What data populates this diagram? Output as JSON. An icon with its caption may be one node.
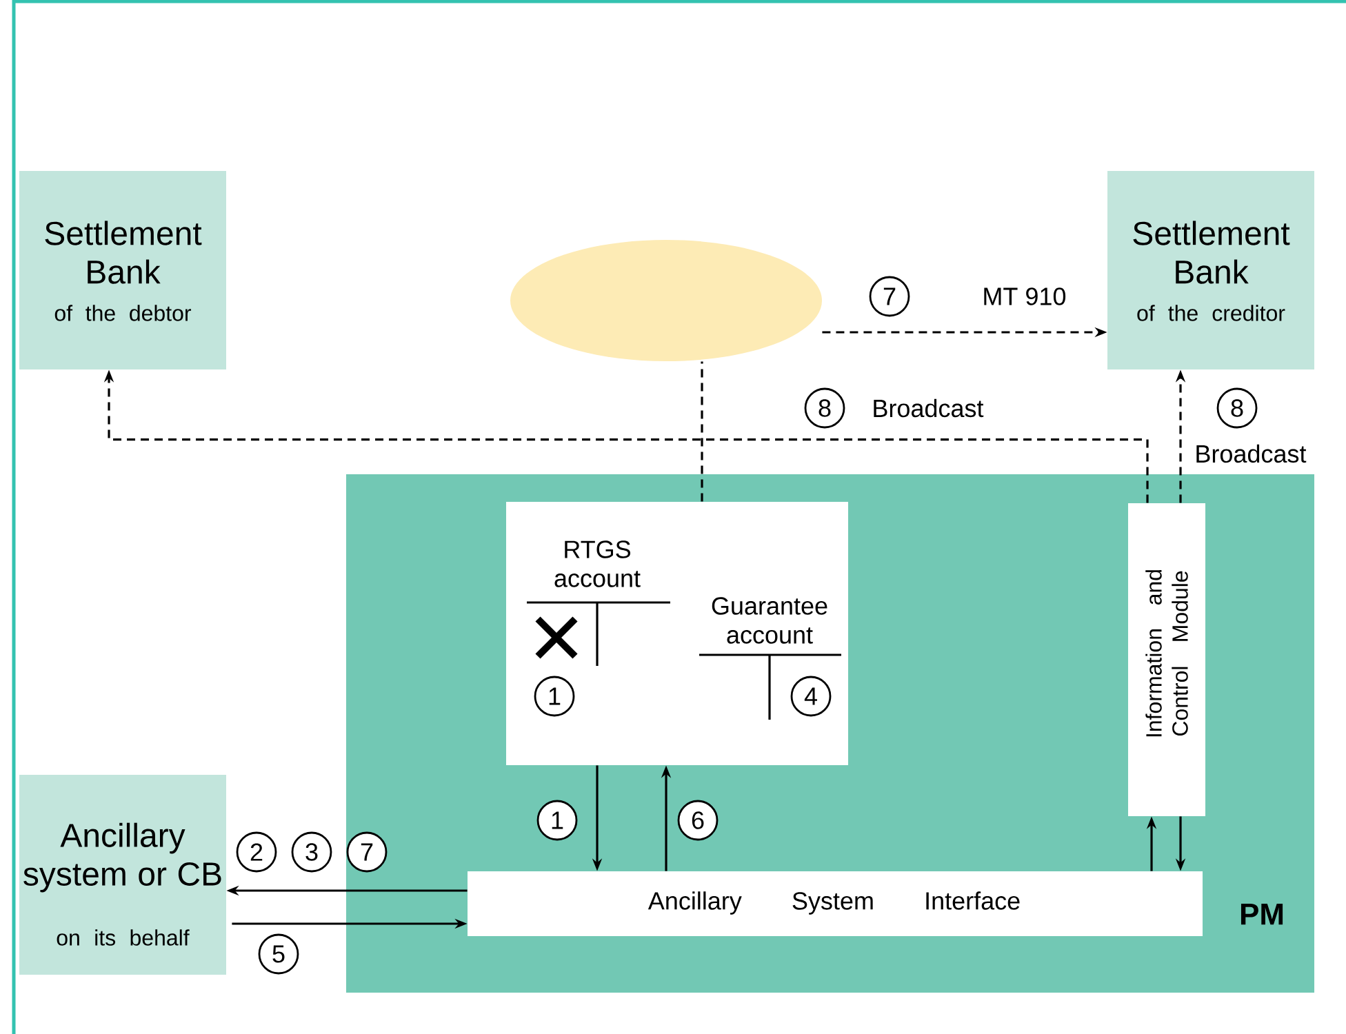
{
  "diagram": {
    "nodes": [
      {
        "text": [
          "Settlement Bank",
          "of the debtor"
        ]
      },
      {
        "text": [],
        "shape": "ellipse"
      },
      {
        "text": [
          "Settlement Bank",
          "of the creditor"
        ]
      },
      {
        "text": [
          "PM"
        ]
      },
      {
        "text": [
          "RTGS account",
          "Guarantee account"
        ],
        "in": 3
      },
      {
        "text": [
          "Information and Control Module"
        ],
        "in": 3
      },
      {
        "text": [
          "Ancillary System Interface"
        ],
        "in": 3
      },
      {
        "text": [
          "Ancillary system or CB",
          "on its behalf"
        ]
      }
    ],
    "edges": [
      {
        "from": 4,
        "to": 1,
        "arrow": "none",
        "style": "dashed"
      },
      {
        "from": 1,
        "to": 2,
        "arrow": "to",
        "style": "dashed",
        "label": "MT 910"
      },
      {
        "from": 5,
        "to": 0,
        "arrow": "to",
        "style": "dashed",
        "label": "Broadcast"
      },
      {
        "from": 5,
        "to": 2,
        "arrow": "to",
        "style": "dashed",
        "label": "Broadcast"
      },
      {
        "from": 6,
        "to": 7,
        "arrow": "to"
      },
      {
        "from": 7,
        "to": 6,
        "arrow": "to"
      },
      {
        "from": 4,
        "to": 6,
        "arrow": "to"
      },
      {
        "from": 6,
        "to": 4,
        "arrow": "to"
      },
      {
        "from": 6,
        "to": 5,
        "arrow": "to"
      },
      {
        "from": 5,
        "to": 6,
        "arrow": "to"
      }
    ],
    "labels": [
      "7",
      "8",
      "8",
      "1",
      "4",
      "1",
      "6",
      "2",
      "3",
      "7",
      "5"
    ]
  }
}
